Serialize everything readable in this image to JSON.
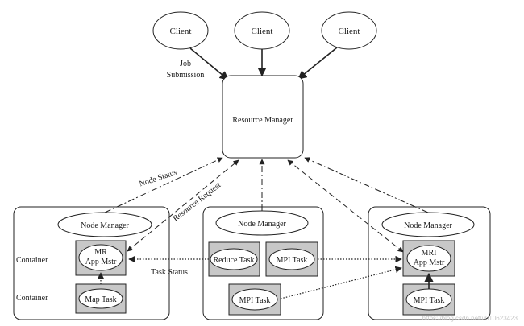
{
  "clients": [
    "Client",
    "Client",
    "Client"
  ],
  "resource_manager": "Resource Manager",
  "job_submission": [
    "Job",
    "Submission"
  ],
  "labels": {
    "node_status": "Node Status",
    "resource_request": "Resource Request",
    "task_status": "Task Status"
  },
  "node_manager": "Node Manager",
  "container": "Container",
  "tasks": {
    "mr_app_master": [
      "MR",
      "App Mstr"
    ],
    "map_task": "Map Task",
    "reduce_task": "Reduce Task",
    "mpi_task": "MPI Task",
    "mpi_app_master": [
      "MRI",
      "App Mstr"
    ]
  },
  "watermark": "https://blog.csdn.net/u010623423",
  "colors": {
    "task_fill": "#c8c8c8",
    "ellipse_fill": "#ffffff",
    "line": "#222222"
  }
}
